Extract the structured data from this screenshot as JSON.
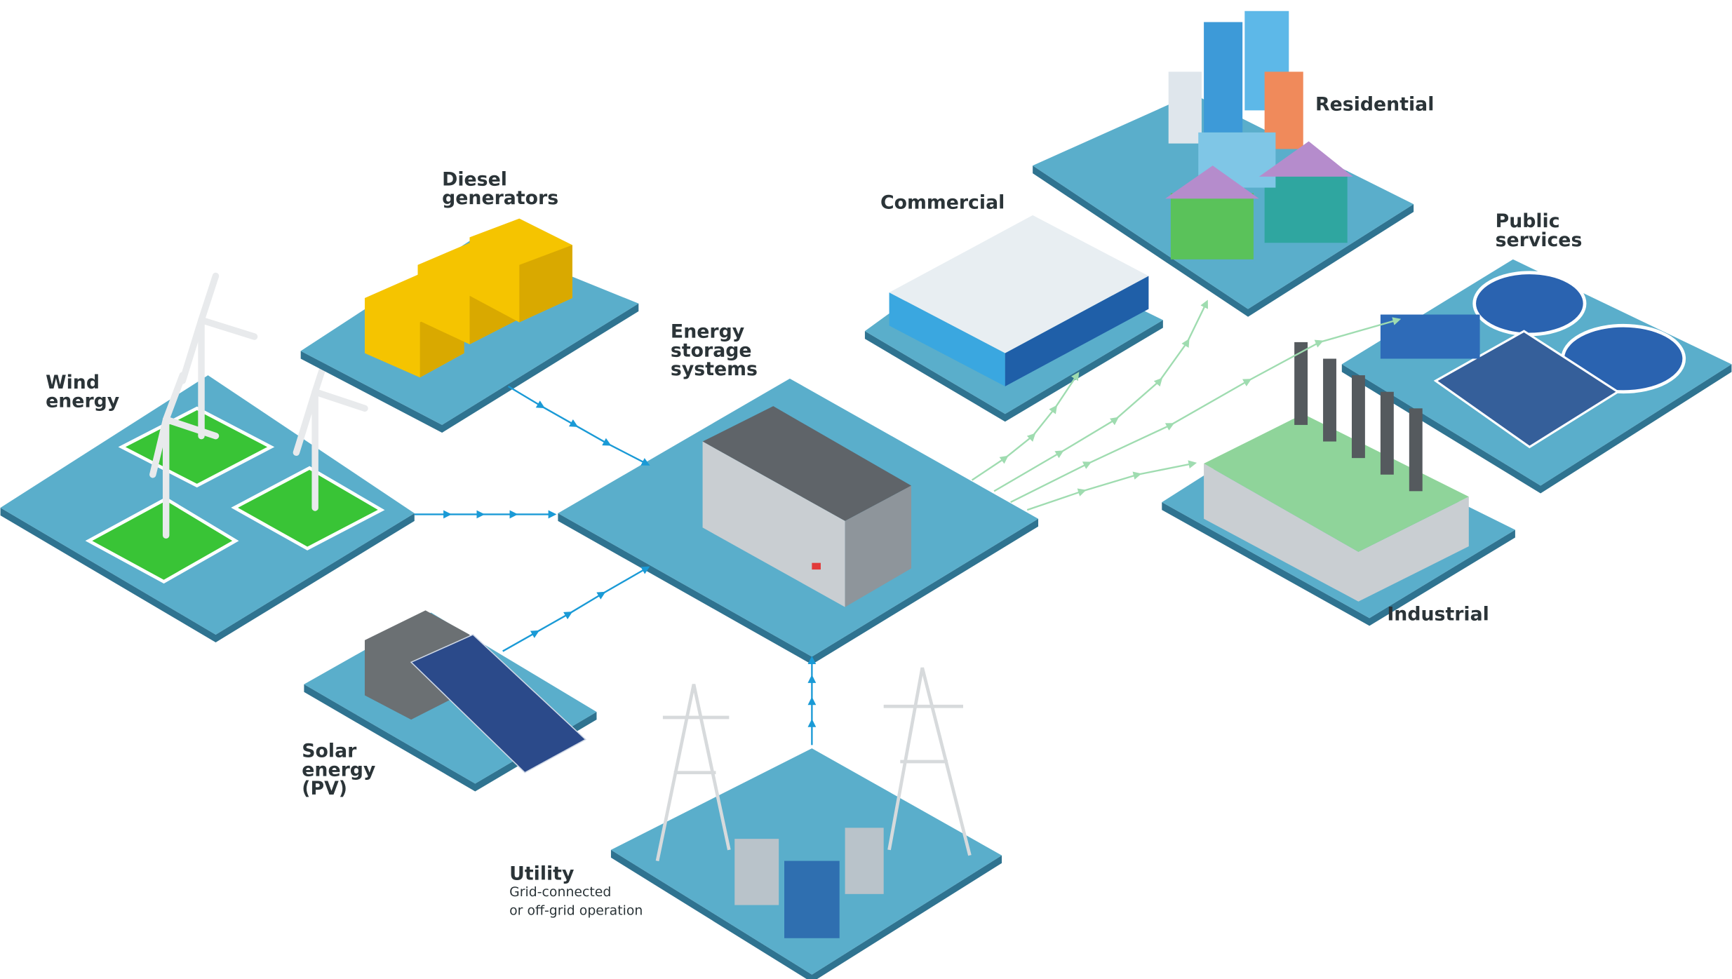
{
  "title": "Energy storage systems diagram",
  "nodes": {
    "center": {
      "label_lines": [
        "Energy",
        "storage",
        "systems"
      ]
    },
    "wind": {
      "label_lines": [
        "Wind",
        "energy"
      ]
    },
    "diesel": {
      "label_lines": [
        "Diesel",
        "generators"
      ]
    },
    "solar": {
      "label_lines": [
        "Solar",
        "energy",
        "(PV)"
      ]
    },
    "utility": {
      "label": "Utility",
      "sub_lines": [
        "Grid-connected",
        "or off-grid operation"
      ]
    },
    "commercial": {
      "label": "Commercial"
    },
    "residential": {
      "label": "Residential"
    },
    "public": {
      "label_lines": [
        "Public",
        "services"
      ]
    },
    "industrial": {
      "label": "Industrial"
    }
  },
  "colors": {
    "platform": "#5aaecb",
    "platform_edge": "#2f7390",
    "input_arrow": "#1a9ad6",
    "output_arrow": "#9fdcb0",
    "label": "#2b3438"
  }
}
